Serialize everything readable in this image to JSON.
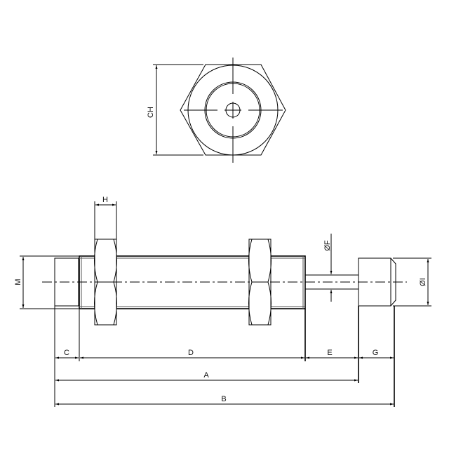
{
  "drawing": {
    "labels": {
      "CH": "CH",
      "H": "H",
      "M": "M",
      "F": "ØF",
      "I": "ØI",
      "A": "A",
      "B": "B",
      "C": "C",
      "D": "D",
      "E": "E",
      "G": "G"
    },
    "line_color": "#000000",
    "background": "#ffffff"
  }
}
